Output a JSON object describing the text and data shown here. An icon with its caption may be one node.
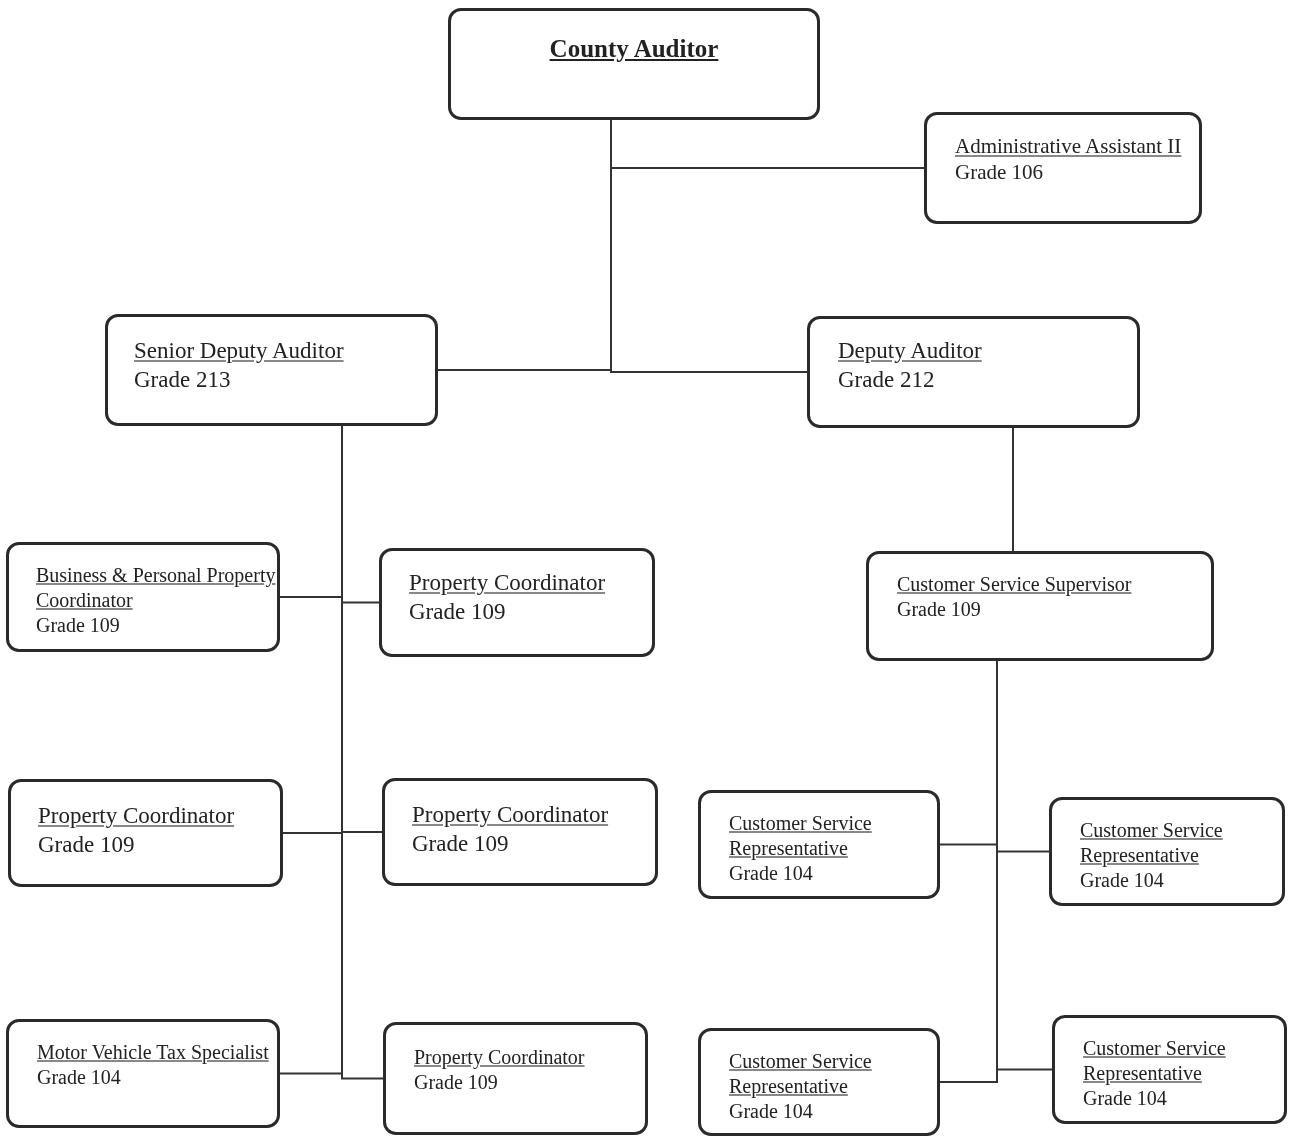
{
  "diagram": {
    "nodes": [
      {
        "text": [
          "County Auditor"
        ]
      },
      {
        "text": [
          "Administrative Assistant II",
          "Grade 106"
        ]
      },
      {
        "text": [
          "Senior Deputy Auditor",
          "Grade 213"
        ]
      },
      {
        "text": [
          "Deputy Auditor",
          "Grade 212"
        ]
      },
      {
        "text": [
          "Business & Personal Property Coordinator",
          "Grade 109"
        ]
      },
      {
        "text": [
          "Property Coordinator",
          "Grade 109"
        ]
      },
      {
        "text": [
          "Customer Service Supervisor",
          "Grade 109"
        ]
      },
      {
        "text": [
          "Property Coordinator",
          "Grade 109"
        ]
      },
      {
        "text": [
          "Property Coordinator",
          "Grade 109"
        ]
      },
      {
        "text": [
          "Customer Service Representative",
          "Grade 104"
        ]
      },
      {
        "text": [
          "Customer Service Representative",
          "Grade 104"
        ]
      },
      {
        "text": [
          "Motor Vehicle Tax Specialist",
          "Grade 104"
        ]
      },
      {
        "text": [
          "Property Coordinator",
          "Grade 109"
        ]
      },
      {
        "text": [
          "Customer Service Representative",
          "Grade 104"
        ]
      },
      {
        "text": [
          "Customer Service Representative",
          "Grade 104"
        ]
      }
    ],
    "edges": [
      {
        "from": 0,
        "to": 1,
        "arrow": "none"
      },
      {
        "from": 0,
        "to": 2,
        "arrow": "none"
      },
      {
        "from": 0,
        "to": 3,
        "arrow": "none"
      },
      {
        "from": 2,
        "to": 4,
        "arrow": "none"
      },
      {
        "from": 2,
        "to": 5,
        "arrow": "none"
      },
      {
        "from": 2,
        "to": 7,
        "arrow": "none"
      },
      {
        "from": 2,
        "to": 8,
        "arrow": "none"
      },
      {
        "from": 2,
        "to": 11,
        "arrow": "none"
      },
      {
        "from": 2,
        "to": 12,
        "arrow": "none"
      },
      {
        "from": 3,
        "to": 6,
        "arrow": "none"
      },
      {
        "from": 6,
        "to": 9,
        "arrow": "none"
      },
      {
        "from": 6,
        "to": 10,
        "arrow": "none"
      },
      {
        "from": 6,
        "to": 13,
        "arrow": "none"
      },
      {
        "from": 6,
        "to": 14,
        "arrow": "none"
      }
    ]
  }
}
